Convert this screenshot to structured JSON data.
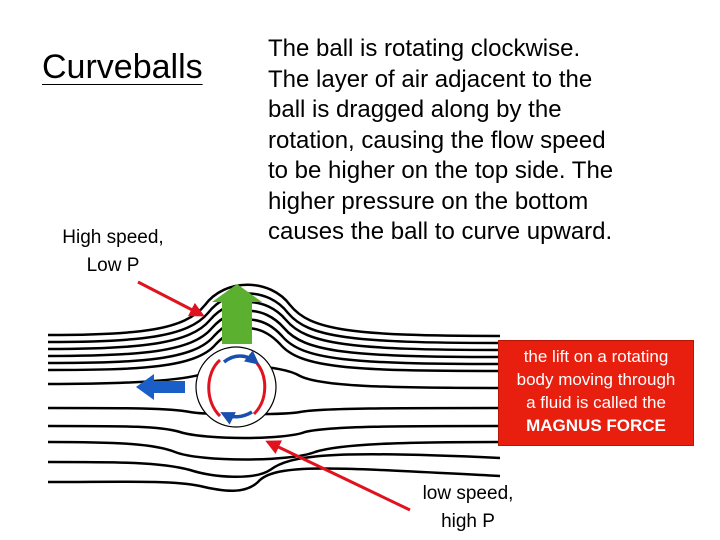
{
  "title": "Curveballs",
  "high_label": [
    "High speed,",
    "Low P"
  ],
  "explanation": [
    "The ball is rotating clockwise.",
    "The layer of air adjacent to the",
    "ball is dragged along by the",
    "rotation, causing the flow speed",
    "to be higher on the top side. The",
    "higher pressure on the bottom",
    "causes the ball to curve upward."
  ],
  "magnus_box": [
    "the lift on a rotating",
    "body moving through",
    "a fluid is called the",
    "MAGNUS FORCE"
  ],
  "low_label": [
    "low speed,",
    "high P"
  ],
  "colors": {
    "lift_arrow": "#5cb030",
    "motion_arrow": "#1a5fc8",
    "pointer_arrows": "#e0121e",
    "seams": "#e0121e",
    "spin_arrows": "#1a4fb0",
    "magnus_box_bg": "#e81e0e"
  },
  "icons": [
    "lift-arrow-icon",
    "motion-direction-arrow-icon",
    "spin-arrow-icon",
    "pointer-arrow-icon"
  ]
}
